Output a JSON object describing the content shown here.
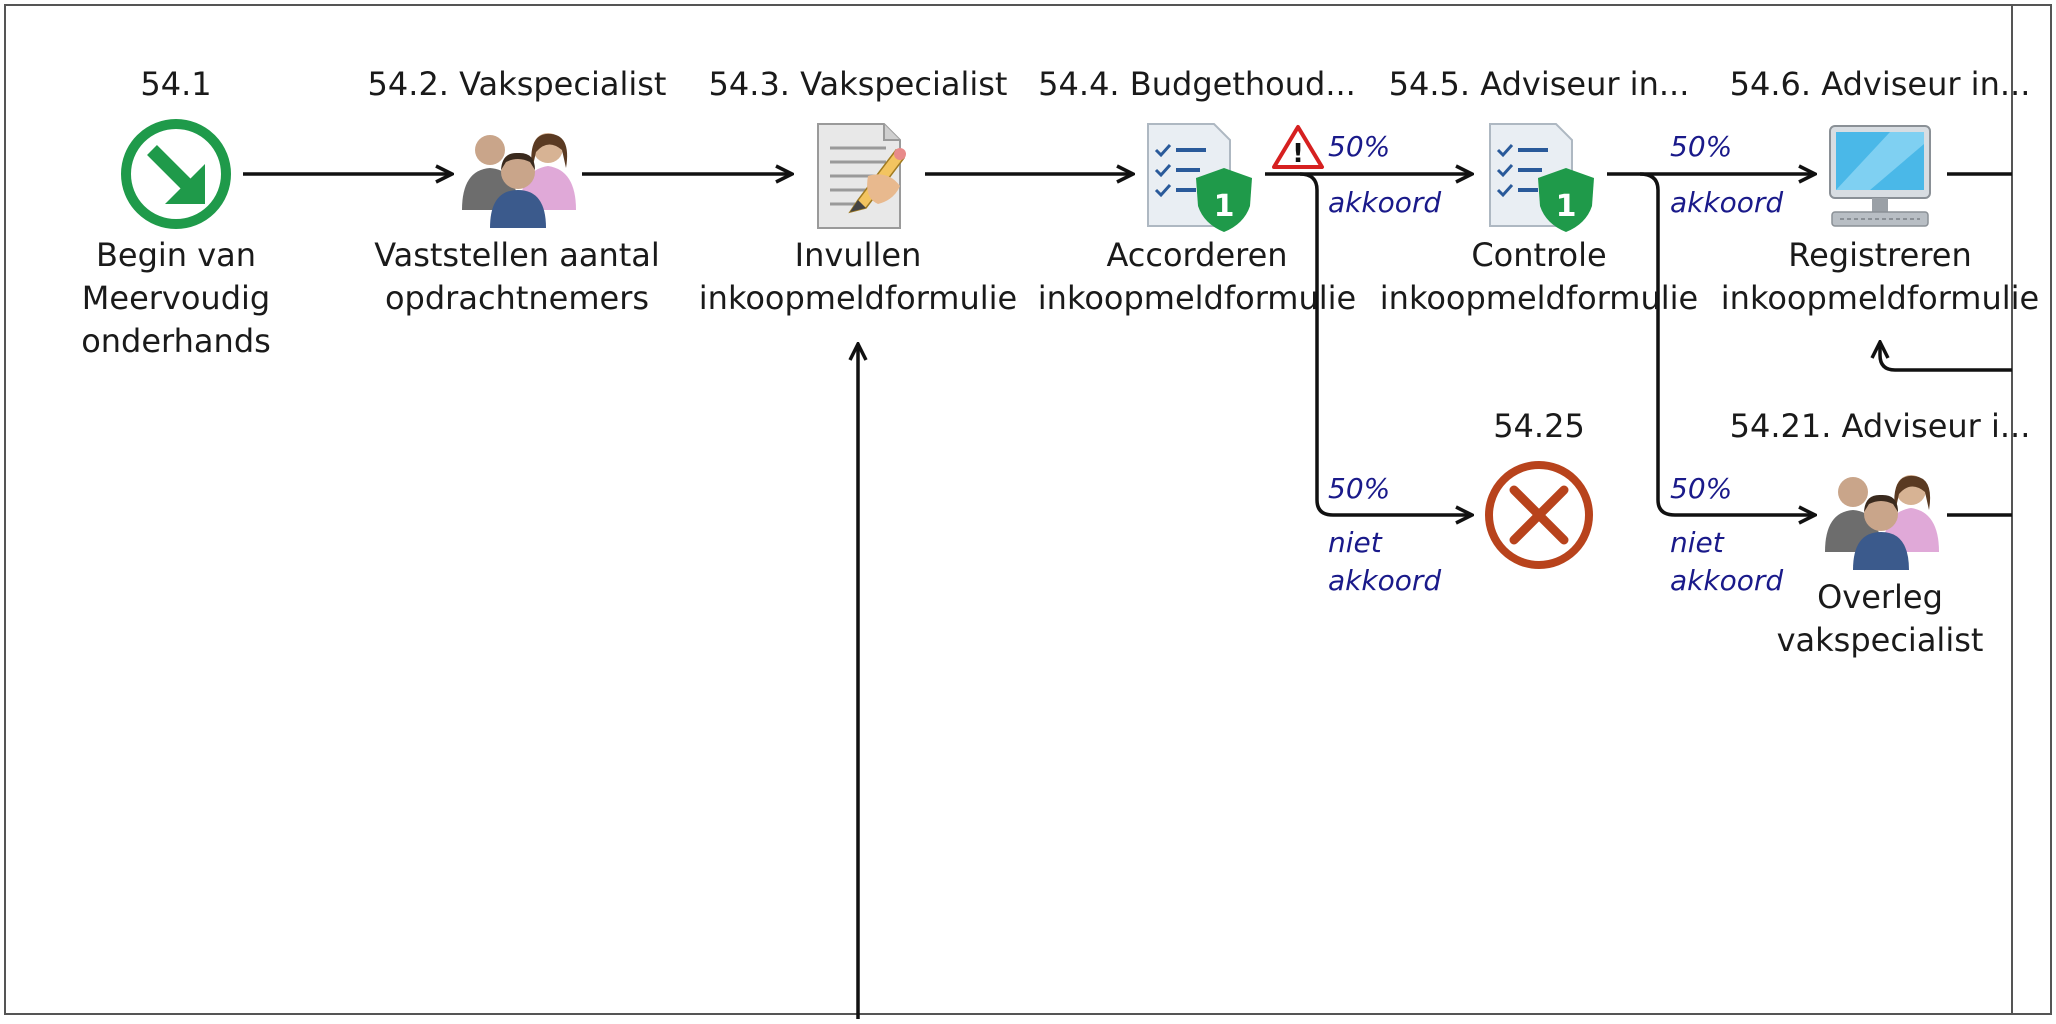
{
  "colors": {
    "start": "#1f9a4a",
    "end": "#b8431c",
    "flow_label": "#1a1a8a",
    "warning": "#d62020",
    "shield": "#1f9a4a",
    "monitor": "#4ab8e8"
  },
  "nodes": {
    "n541": {
      "title": "54.1",
      "label_lines": [
        "Begin van",
        "Meervoudig",
        "onderhands"
      ],
      "icon": "start-arrow-icon"
    },
    "n542": {
      "title": "54.2. Vakspecialist",
      "label_lines": [
        "Vaststellen aantal",
        "opdrachtnemers"
      ],
      "icon": "people-icon"
    },
    "n543": {
      "title": "54.3. Vakspecialist",
      "label_lines": [
        "Invullen",
        "inkoopmeldformulie"
      ],
      "icon": "document-edit-icon"
    },
    "n544": {
      "title": "54.4. Budgethoud...",
      "label_lines": [
        "Accorderen",
        "inkoopmeldformulie"
      ],
      "icon": "checklist-shield-icon"
    },
    "n545": {
      "title": "54.5. Adviseur in...",
      "label_lines": [
        "Controle",
        "inkoopmeldformulie"
      ],
      "icon": "checklist-shield-icon"
    },
    "n546": {
      "title": "54.6. Adviseur in...",
      "label_lines": [
        "Registreren",
        "inkoopmeldformulie"
      ],
      "icon": "monitor-icon"
    },
    "n5425": {
      "title": "54.25",
      "label_lines": [],
      "icon": "end-cross-icon"
    },
    "n5421": {
      "title": "54.21. Adviseur i...",
      "label_lines": [
        "Overleg",
        "vakspecialist"
      ],
      "icon": "people-icon"
    }
  },
  "shield_badge": "1",
  "warning_symbol": "!",
  "flows": {
    "f1": {
      "percent": "50%",
      "label_lines": [
        "akkoord"
      ]
    },
    "f2": {
      "percent": "50%",
      "label_lines": [
        "niet",
        "akkoord"
      ]
    },
    "f3": {
      "percent": "50%",
      "label_lines": [
        "akkoord"
      ]
    },
    "f4": {
      "percent": "50%",
      "label_lines": [
        "niet",
        "akkoord"
      ]
    }
  }
}
